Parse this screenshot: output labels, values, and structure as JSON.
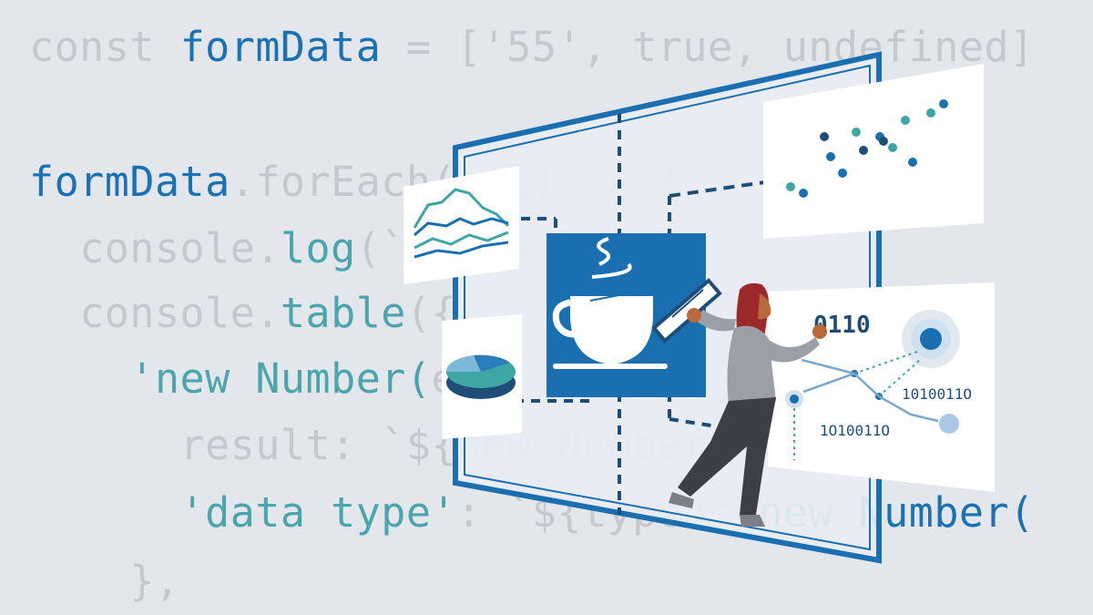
{
  "code": {
    "lines": [
      {
        "indent": "",
        "segments": [
          {
            "text": "const ",
            "color": "#c5c9cf"
          },
          {
            "text": "formData",
            "color": "#1a72b4"
          },
          {
            "text": " = ['55', true, undefined]",
            "color": "#c5c9cf"
          }
        ]
      },
      {
        "indent": "",
        "segments": []
      },
      {
        "indent": "",
        "segments": [
          {
            "text": "formData",
            "color": "#1a72b4"
          },
          {
            "text": ".forEach((el) => {",
            "color": "#c5c9cf"
          }
        ]
      },
      {
        "indent": "  ",
        "segments": [
          {
            "text": "console.",
            "color": "#c5c9cf"
          },
          {
            "text": "log",
            "color": "#4aa5ad"
          },
          {
            "text": "(`${el}`);",
            "color": "#c5c9cf"
          }
        ]
      },
      {
        "indent": "  ",
        "segments": [
          {
            "text": "console.",
            "color": "#c5c9cf"
          },
          {
            "text": "table",
            "color": "#4aa5ad"
          },
          {
            "text": "({",
            "color": "#c5c9cf"
          }
        ]
      },
      {
        "indent": "    ",
        "segments": [
          {
            "text": "'new Number(",
            "color": "#4aa5ad"
          },
          {
            "text": "el)': {",
            "color": "#c5c9cf"
          }
        ]
      },
      {
        "indent": "      ",
        "segments": [
          {
            "text": "result: `${new Number(el)}`,",
            "color": "#c5c9cf"
          }
        ]
      },
      {
        "indent": "      ",
        "segments": [
          {
            "text": "'data type'",
            "color": "#4aa5ad"
          },
          {
            "text": ": `${typeof ",
            "color": "#c5c9cf"
          },
          {
            "text": "new ",
            "color": "#4aa5ad"
          },
          {
            "text": "Number(",
            "color": "#1a72b4"
          }
        ]
      },
      {
        "indent": "    ",
        "segments": [
          {
            "text": "},",
            "color": "#c5c9cf"
          }
        ]
      }
    ]
  },
  "illustration": {
    "binary_top": "0110",
    "binary_mid": "1010011O",
    "binary_bottom": "1O10011O"
  },
  "colors": {
    "background": "#e3e6ea",
    "primary_blue": "#1a6fb0",
    "teal": "#3fa6a6",
    "hair": "#9c2a2a",
    "skin": "#b86a3a",
    "shirt": "#9ba0a8",
    "pants": "#3c3f45"
  },
  "icons": [
    "coffee-cup-icon",
    "pencil-icon",
    "scatter-plot-icon",
    "pie-chart-icon",
    "mountain-chart-icon",
    "network-graph-icon"
  ]
}
